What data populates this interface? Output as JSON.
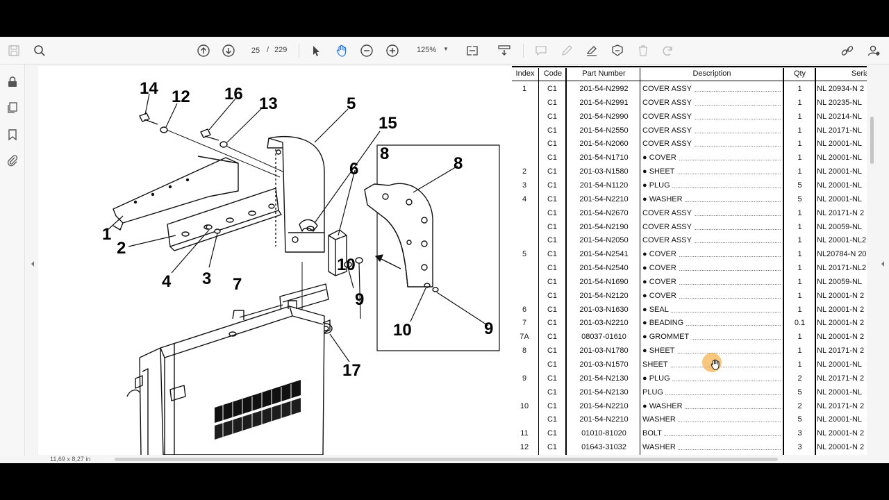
{
  "toolbar": {
    "current_page": "25",
    "page_separator": "/",
    "total_pages": "229",
    "zoom": "125%"
  },
  "icons": {
    "save": "save-icon",
    "find": "find-icon",
    "prev_page": "arrow-up-circle-icon",
    "next_page": "arrow-down-circle-icon",
    "select": "cursor-arrow-icon",
    "hand": "hand-icon",
    "zoom_out": "zoom-out-icon",
    "zoom_in": "zoom-in-icon"
  },
  "status": {
    "page_size": "11,69 x 8,27 in"
  },
  "diagram_callouts": [
    "14",
    "12",
    "16",
    "13",
    "5",
    "15",
    "8",
    "6",
    "8",
    "1",
    "2",
    "4",
    "3",
    "7",
    "10",
    "9",
    "10",
    "9",
    "17"
  ],
  "table": {
    "headers": [
      "Index",
      "Code",
      "Part Number",
      "Description",
      "Qty",
      "Serial"
    ],
    "rows": [
      {
        "index": "1",
        "code": "C1",
        "part": "201-54-N2992",
        "desc": "COVER ASSY",
        "qty": "1",
        "serial": "NL 20934-N 2"
      },
      {
        "index": "",
        "code": "C1",
        "part": "201-54-N2991",
        "desc": "COVER ASSY",
        "qty": "1",
        "serial": "NL 20235-NL"
      },
      {
        "index": "",
        "code": "C1",
        "part": "201-54-N2990",
        "desc": "COVER ASSY",
        "qty": "1",
        "serial": "NL 20214-NL"
      },
      {
        "index": "",
        "code": "C1",
        "part": "201-54-N2550",
        "desc": "COVER ASSY",
        "qty": "1",
        "serial": "NL 20171-NL"
      },
      {
        "index": "",
        "code": "C1",
        "part": "201-54-N2060",
        "desc": "COVER ASSY",
        "qty": "1",
        "serial": "NL 20001-NL"
      },
      {
        "index": "",
        "code": "C1",
        "part": "201-54-N1710",
        "desc": "● COVER",
        "qty": "1",
        "serial": "NL 20001-NL"
      },
      {
        "index": "2",
        "code": "C1",
        "part": "201-03-N1580",
        "desc": "● SHEET",
        "qty": "1",
        "serial": "NL 20001-NL"
      },
      {
        "index": "3",
        "code": "C1",
        "part": "201-54-N1120",
        "desc": "● PLUG",
        "qty": "5",
        "serial": "NL 20001-NL"
      },
      {
        "index": "4",
        "code": "C1",
        "part": "201-54-N2210",
        "desc": "● WASHER",
        "qty": "5",
        "serial": "NL 20001-NL"
      },
      {
        "index": "",
        "code": "C1",
        "part": "201-54-N2670",
        "desc": "COVER ASSY",
        "qty": "1",
        "serial": "NL 20171-N 2"
      },
      {
        "index": "",
        "code": "C1",
        "part": "201-54-N2190",
        "desc": "COVER ASSY",
        "qty": "1",
        "serial": "NL 20059-NL"
      },
      {
        "index": "",
        "code": "C1",
        "part": "201-54-N2050",
        "desc": "COVER ASSY",
        "qty": "1",
        "serial": "NL 20001-NL2"
      },
      {
        "index": "5",
        "code": "C1",
        "part": "201-54-N2541",
        "desc": "● COVER",
        "qty": "1",
        "serial": "NL20784-N 20"
      },
      {
        "index": "",
        "code": "C1",
        "part": "201-54-N2540",
        "desc": "● COVER",
        "qty": "1",
        "serial": "NL 20171-NL2"
      },
      {
        "index": "",
        "code": "C1",
        "part": "201-54-N1690",
        "desc": "● COVER",
        "qty": "1",
        "serial": "NL 20059-NL"
      },
      {
        "index": "",
        "code": "C1",
        "part": "201-54-N2120",
        "desc": "● COVER",
        "qty": "1",
        "serial": "NL 20001-N 2"
      },
      {
        "index": "6",
        "code": "C1",
        "part": "201-03-N1630",
        "desc": "● SEAL",
        "qty": "1",
        "serial": "NL 20001-N 2"
      },
      {
        "index": "7",
        "code": "C1",
        "part": "201-03-N2210",
        "desc": "● BEADING",
        "qty": "0.1",
        "serial": "NL 20001-N 2"
      },
      {
        "index": "7A",
        "code": "C1",
        "part": "08037-01610",
        "desc": "● GROMMET",
        "qty": "1",
        "serial": "NL 20001-N 2"
      },
      {
        "index": "8",
        "code": "C1",
        "part": "201-03-N1780",
        "desc": "● SHEET",
        "qty": "1",
        "serial": "NL 20171-N 2"
      },
      {
        "index": "",
        "code": "C1",
        "part": "201-03-N1570",
        "desc": "SHEET",
        "qty": "1",
        "serial": "NL 20001-NL"
      },
      {
        "index": "9",
        "code": "C1",
        "part": "201-54-N2130",
        "desc": "● PLUG",
        "qty": "2",
        "serial": "NL 20171-N 2"
      },
      {
        "index": "",
        "code": "C1",
        "part": "201-54-N2130",
        "desc": "PLUG",
        "qty": "5",
        "serial": "NL 20001-NL"
      },
      {
        "index": "10",
        "code": "C1",
        "part": "201-54-N2210",
        "desc": "● WASHER",
        "qty": "2",
        "serial": "NL 20171-N 2"
      },
      {
        "index": "",
        "code": "C1",
        "part": "201-54-N2210",
        "desc": "WASHER",
        "qty": "5",
        "serial": "NL 20001-NL"
      },
      {
        "index": "11",
        "code": "C1",
        "part": "01010-81020",
        "desc": "BOLT",
        "qty": "3",
        "serial": "NL 20001-N 2"
      },
      {
        "index": "12",
        "code": "C1",
        "part": "01643-31032",
        "desc": "WASHER",
        "qty": "3",
        "serial": "NL 20001-N 2"
      }
    ]
  }
}
